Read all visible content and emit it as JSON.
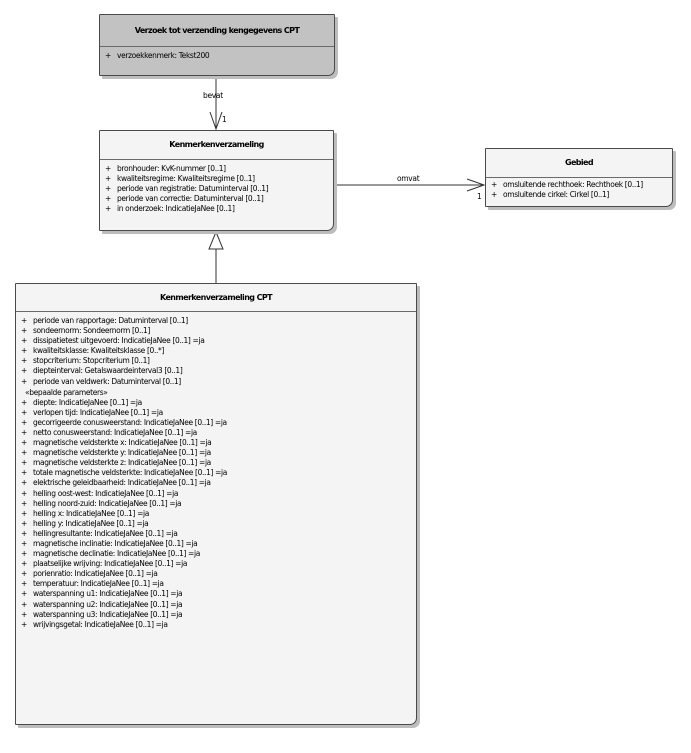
{
  "classes": {
    "verzoek": {
      "name": "Verzoek tot verzending kengegevens CPT",
      "attributes": [
        "verzoekkenmerk: Tekst200"
      ]
    },
    "kenmerkenverzameling": {
      "name": "Kenmerkenverzameling",
      "attributes": [
        "bronhouder: KvK-nummer [0..1]",
        "kwaliteitsregime: Kwaliteitsregime [0..1]",
        "periode van registratie: Datuminterval [0..1]",
        "periode van correctie: Datuminterval [0..1]",
        "in onderzoek: IndicatieJaNee [0..1]"
      ]
    },
    "gebied": {
      "name": "Gebied",
      "attributes": [
        "omsluitende rechthoek: Rechthoek [0..1]",
        "omsluitende cirkel: Cirkel [0..1]"
      ]
    },
    "kenmerkenverzameling_cpt": {
      "name": "Kenmerkenverzameling CPT",
      "attributes": [
        "periode van rapportage: Datuminterval [0..1]",
        "sondeernorm: Sondeernorm [0..1]",
        "dissipatietest uitgevoerd: IndicatieJaNee [0..1] =ja",
        "kwaliteitsklasse: Kwaliteitsklasse [0..*]",
        "stopcriterium: Stopcriterium [0..1]",
        "diepteinterval: Getalswaardeinterval3 [0..1]",
        "periode van veldwerk: Datuminterval [0..1]"
      ],
      "stereotype": "«bepaalde parameters»",
      "parameters": [
        "diepte: IndicatieJaNee [0..1] =ja",
        "verlopen tijd: IndicatieJaNee [0..1] =ja",
        "gecorrigeerde conusweerstand: IndicatieJaNee [0..1] =ja",
        "netto conusweerstand: IndicatieJaNee [0..1] =ja",
        "magnetische veldsterkte x: IndicatieJaNee [0..1] =ja",
        "magnetische veldsterkte y: IndicatieJaNee [0..1] =ja",
        "magnetische veldsterkte z: IndicatieJaNee [0..1] =ja",
        "totale magnetische veldsterkte: IndicatieJaNee [0..1] =ja",
        "elektrische geleidbaarheid: IndicatieJaNee [0..1] =ja",
        "helling oost-west: IndicatieJaNee [0..1] =ja",
        "helling noord-zuid: IndicatieJaNee [0..1] =ja",
        "helling x: IndicatieJaNee [0..1] =ja",
        "helling y: IndicatieJaNee [0..1] =ja",
        "hellingresultante: IndicatieJaNee [0..1] =ja",
        "magnetische inclinatie: IndicatieJaNee [0..1] =ja",
        "magnetische declinatie: IndicatieJaNee [0..1] =ja",
        "plaatselijke wrijving: IndicatieJaNee [0..1] =ja",
        "porienratio: IndicatieJaNee [0..1] =ja",
        "temperatuur: IndicatieJaNee [0..1] =ja",
        "waterspanning u1: IndicatieJaNee [0..1] =ja",
        "waterspanning u2: IndicatieJaNee [0..1] =ja",
        "waterspanning u3: IndicatieJaNee [0..1] =ja",
        "wrijvingsgetal: IndicatieJaNee [0..1] =ja"
      ]
    }
  },
  "associations": {
    "bevat": {
      "label": "bevat",
      "multiplicity": "1"
    },
    "omvat": {
      "label": "omvat",
      "multiplicity": "1"
    }
  },
  "visibility_marker": "+"
}
